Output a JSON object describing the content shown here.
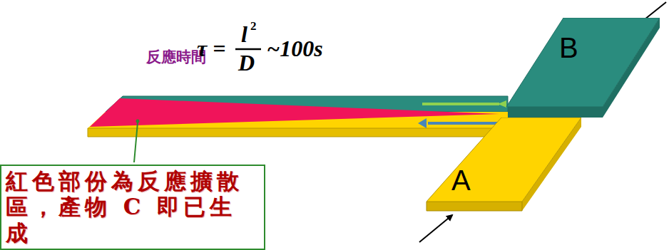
{
  "diagram": {
    "nodes": [
      {
        "text": [
          "B"
        ]
      },
      {
        "text": [
          "A"
        ]
      },
      {
        "text": [
          "紅色部份為反應擴散區，產物 C 即已生成"
        ]
      }
    ],
    "labels": [
      "反應時間",
      "τ =",
      "l",
      "2",
      "D",
      "~100s"
    ]
  }
}
